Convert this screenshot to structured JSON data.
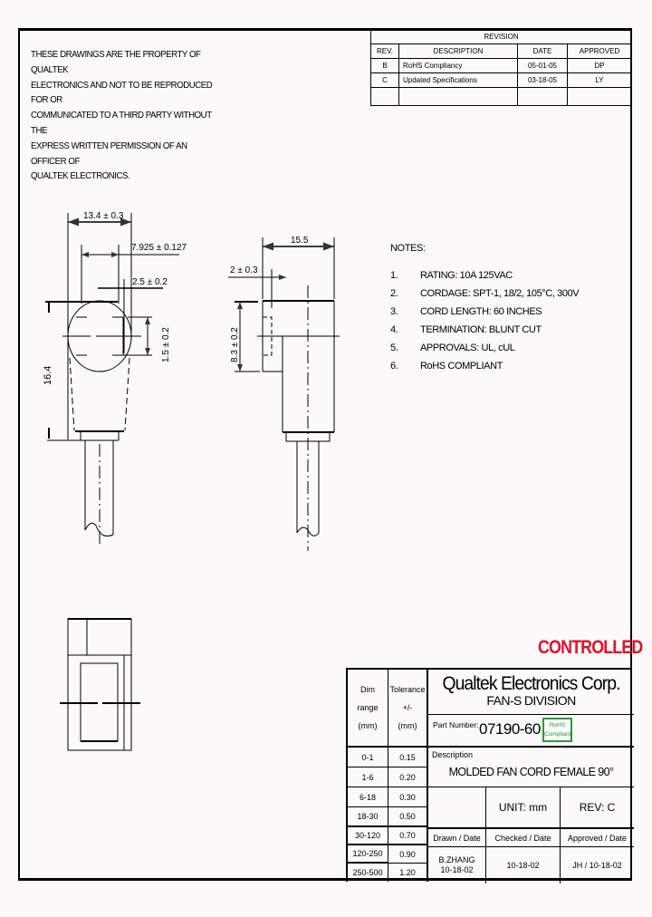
{
  "notice": {
    "lines": [
      "THESE DRAWINGS ARE THE PROPERTY OF QUALTEK",
      "ELECTRONICS AND NOT TO BE REPRODUCED FOR OR",
      "COMMUNICATED TO A THIRD PARTY WITHOUT THE",
      "EXPRESS WRITTEN PERMISSION OF AN OFFICER OF",
      "QUALTEK ELECTRONICS."
    ]
  },
  "revision": {
    "title": "REVISION",
    "headers": [
      "REV.",
      "DESCRIPTION",
      "DATE",
      "APPROVED"
    ],
    "rows": [
      {
        "rev": "B",
        "description": "RoHS Compliancy",
        "date": "05-01-05",
        "approved": "DP"
      },
      {
        "rev": "C",
        "description": "Updated Specifications",
        "date": "03-18-05",
        "approved": "LY"
      },
      {
        "rev": "",
        "description": "",
        "date": "",
        "approved": ""
      }
    ]
  },
  "dimensions": {
    "front_width": "13.4 ± 0.3",
    "pin_spacing": "7.925 ± 0.127",
    "pin_offset": "2.5 ± 0.2",
    "pin_height": "1.5 ± 0.2",
    "overall_height": "16.4",
    "side_width": "15.5",
    "side_offset": "2 ± 0.3",
    "side_height": "8.3 ± 0.2"
  },
  "notes": {
    "title": "NOTES:",
    "items": [
      {
        "num": "1.",
        "text": "RATING: 10A 125VAC"
      },
      {
        "num": "2.",
        "text": "CORDAGE:  SPT-1, 18/2, 105°C, 300V"
      },
      {
        "num": "3.",
        "text": "CORD LENGTH:  60 INCHES"
      },
      {
        "num": "4.",
        "text": "TERMINATION:   BLUNT CUT"
      },
      {
        "num": "5.",
        "text": "APPROVALS: UL, cUL"
      },
      {
        "num": "6.",
        "text": "RoHS COMPLIANT"
      }
    ]
  },
  "stamp": {
    "label": "CONTROLLED",
    "color": "#e0102a"
  },
  "title_block": {
    "dim_header": [
      "Dim",
      "range",
      "(mm)"
    ],
    "tol_header": [
      "Tolerance",
      "+/-",
      "(mm)"
    ],
    "tolerances": [
      {
        "range": "0-1",
        "tol": "0.15"
      },
      {
        "range": "1-6",
        "tol": "0.20"
      },
      {
        "range": "6-18",
        "tol": "0.30"
      },
      {
        "range": "18-30",
        "tol": "0.50"
      },
      {
        "range": "30-120",
        "tol": "0.70"
      },
      {
        "range": "120-250",
        "tol": "0.90"
      },
      {
        "range": "250-500",
        "tol": "1.20"
      }
    ],
    "company": "Qualtek Electronics Corp.",
    "division": "FAN-S DIVISION",
    "part_number_label": "Part Number:",
    "part_number": "07190-60",
    "rohs_badge": [
      "RoHS",
      "Compliant"
    ],
    "rohs_color": "#2a9a3a",
    "description_label": "Description",
    "description": "MOLDED FAN CORD FEMALE 90°",
    "unit": "UNIT: mm",
    "rev": "REV: C",
    "drawn_label": "Drawn / Date",
    "checked_label": "Checked / Date",
    "approved_label": "Approved / Date",
    "drawn_by": "B.ZHANG",
    "drawn_date": "10-18-02",
    "checked": "10-18-02",
    "approved": "JH / 10-18-02"
  }
}
